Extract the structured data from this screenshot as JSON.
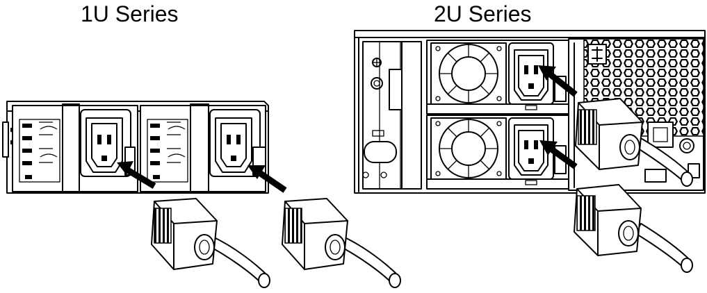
{
  "diagram": {
    "left_panel": {
      "title": "1U Series"
    },
    "right_panel": {
      "title": "2U Series"
    }
  },
  "icons": [
    "power-supply-unit",
    "iec-c14-inlet",
    "power-cord-plug",
    "insert-arrow",
    "cooling-fan"
  ]
}
